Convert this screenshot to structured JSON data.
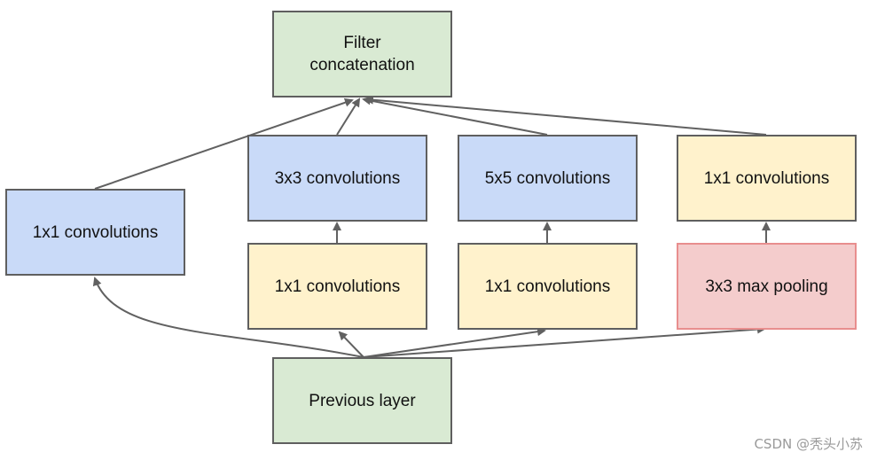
{
  "nodes": {
    "filter_concat": {
      "line1": "Filter",
      "line2": "concatenation",
      "color": "#d9ead3"
    },
    "conv1_a": {
      "label": "1x1 convolutions",
      "color": "#c9daf8"
    },
    "conv3": {
      "label": "3x3 convolutions",
      "color": "#c9daf8"
    },
    "conv5": {
      "label": "5x5 convolutions",
      "color": "#c9daf8"
    },
    "conv1_pool": {
      "label": "1x1 convolutions",
      "color": "#fff2cc"
    },
    "conv1_b": {
      "label": "1x1 convolutions",
      "color": "#fff2cc"
    },
    "conv1_c": {
      "label": "1x1 convolutions",
      "color": "#fff2cc"
    },
    "maxpool": {
      "label": "3x3 max pooling",
      "color": "#f4cccc"
    },
    "previous_layer": {
      "label": "Previous layer",
      "color": "#d9ead3"
    }
  },
  "edges": [
    {
      "from": "previous_layer",
      "to": "conv1_a"
    },
    {
      "from": "previous_layer",
      "to": "conv1_b"
    },
    {
      "from": "previous_layer",
      "to": "conv1_c"
    },
    {
      "from": "previous_layer",
      "to": "maxpool"
    },
    {
      "from": "conv1_b",
      "to": "conv3"
    },
    {
      "from": "conv1_c",
      "to": "conv5"
    },
    {
      "from": "maxpool",
      "to": "conv1_pool"
    },
    {
      "from": "conv1_a",
      "to": "filter_concat"
    },
    {
      "from": "conv3",
      "to": "filter_concat"
    },
    {
      "from": "conv5",
      "to": "filter_concat"
    },
    {
      "from": "conv1_pool",
      "to": "filter_concat"
    }
  ],
  "watermark": "CSDN @秃头小苏",
  "colors": {
    "stroke": "#5f5f5f",
    "arrow": "#616161"
  }
}
